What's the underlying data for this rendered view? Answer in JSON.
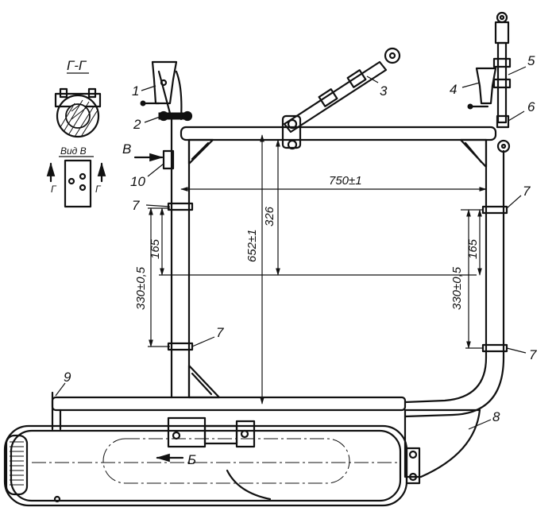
{
  "section": {
    "title": "Г-Г",
    "view_label": "Вид В",
    "cut_mark_left": "Г",
    "cut_mark_right": "Г"
  },
  "callouts": [
    "1",
    "2",
    "3",
    "4",
    "5",
    "6",
    "7",
    "8",
    "9",
    "10"
  ],
  "view_arrows": {
    "v": "В",
    "b": "Б"
  },
  "dimensions": {
    "width": "750±1",
    "height_total": "652±1",
    "height_upper": "326",
    "left_offset": "330±0,5",
    "left_offset_half": "165",
    "right_offset": "330±0,5",
    "right_offset_half": "165"
  }
}
